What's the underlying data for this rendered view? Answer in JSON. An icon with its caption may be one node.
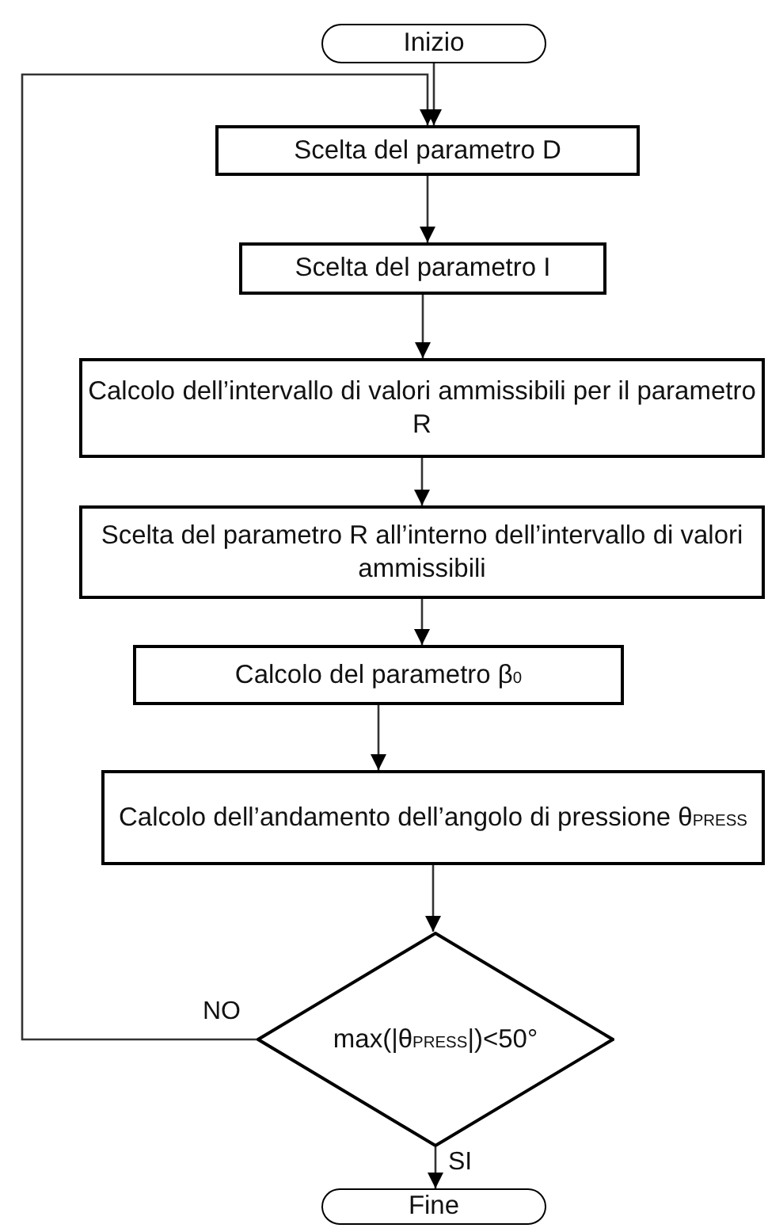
{
  "diagram": {
    "nodes": [
      {
        "text": [
          "Inizio"
        ]
      },
      {
        "text": [
          "Scelta del parametro D"
        ]
      },
      {
        "text": [
          "Scelta del parametro I"
        ]
      },
      {
        "text": [
          "Calcolo dell’intervallo di valori ammissibili per il parametro R"
        ]
      },
      {
        "text": [
          "Scelta del parametro R all’interno dell’intervallo di valori ammissibili"
        ]
      },
      {
        "text": [
          "Calcolo del parametro β$_{0}$"
        ]
      },
      {
        "text": [
          "Calcolo dell’andamento dell’angolo di pressione θ$_{PRESS}$"
        ]
      },
      {
        "text": [
          "max(|θ$_{PRESS}$|)<50°"
        ]
      },
      {
        "text": [
          "Fine"
        ]
      }
    ],
    "edges": [
      {
        "from": 0,
        "to": 1,
        "arrow": "to"
      },
      {
        "from": 1,
        "to": 2,
        "arrow": "to"
      },
      {
        "from": 2,
        "to": 3,
        "arrow": "to"
      },
      {
        "from": 3,
        "to": 4,
        "arrow": "to"
      },
      {
        "from": 4,
        "to": 5,
        "arrow": "to"
      },
      {
        "from": 5,
        "to": 6,
        "arrow": "to"
      },
      {
        "from": 6,
        "to": 7,
        "arrow": "to"
      },
      {
        "from": 7,
        "to": 8,
        "label": "SI",
        "arrow": "to"
      },
      {
        "from": 7,
        "to": 1,
        "label": "NO",
        "arrow": "to"
      }
    ]
  }
}
